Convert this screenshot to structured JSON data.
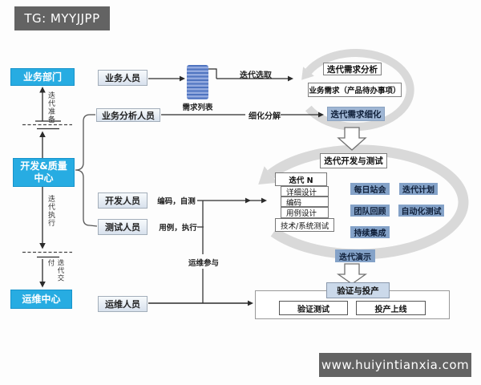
{
  "header": {
    "tag_label": "TG: MYYJJPP"
  },
  "footer": {
    "site_label": "www.huiyintianxia.com"
  },
  "departments": {
    "business": "业务部门",
    "dev_quality_line1": "开发&质量",
    "dev_quality_line2": "中心",
    "operations": "运维中心"
  },
  "phase_labels": {
    "preparation": "迭代准备",
    "execution": "迭代执行",
    "delivery": "迭代交付"
  },
  "roles": {
    "business_staff": "业务人员",
    "business_analyst": "业务分析人员",
    "developer": "开发人员",
    "tester": "测试人员",
    "operations_staff": "运维人员"
  },
  "artifacts": {
    "requirements_list": "需求列表"
  },
  "flow_labels": {
    "iteration_selection": "迭代选取",
    "refinement": "细化分解",
    "coding_selftest": "编码，自测",
    "usecase_execution": "用例，执行",
    "ops_participation": "运维参与"
  },
  "analysis": {
    "iteration_req_analysis": "迭代需求分析",
    "business_backlog": "业务需求（产品待办事项）",
    "iteration_req_refine": "迭代需求细化"
  },
  "development": {
    "title": "迭代开发与测试",
    "iteration_n": "迭代 N",
    "steps": [
      "详细设计",
      "编码",
      "用例设计",
      "技术/系统测试"
    ],
    "practices": [
      "每日站会",
      "迭代计划",
      "团队回顾",
      "自动化测试",
      "持续集成"
    ],
    "demo": "迭代演示"
  },
  "release": {
    "title": "验证与投产",
    "verify_test": "验证测试",
    "go_live": "投产上线"
  },
  "colors": {
    "dept_blue": "#27ACE2",
    "practice_blue": "#84A2C8",
    "refine_blue": "#9FB6D4",
    "release_header_blue": "#CBD9EA",
    "cycle_gray": "#D9D9D9",
    "watermark_bar": "#636363"
  }
}
